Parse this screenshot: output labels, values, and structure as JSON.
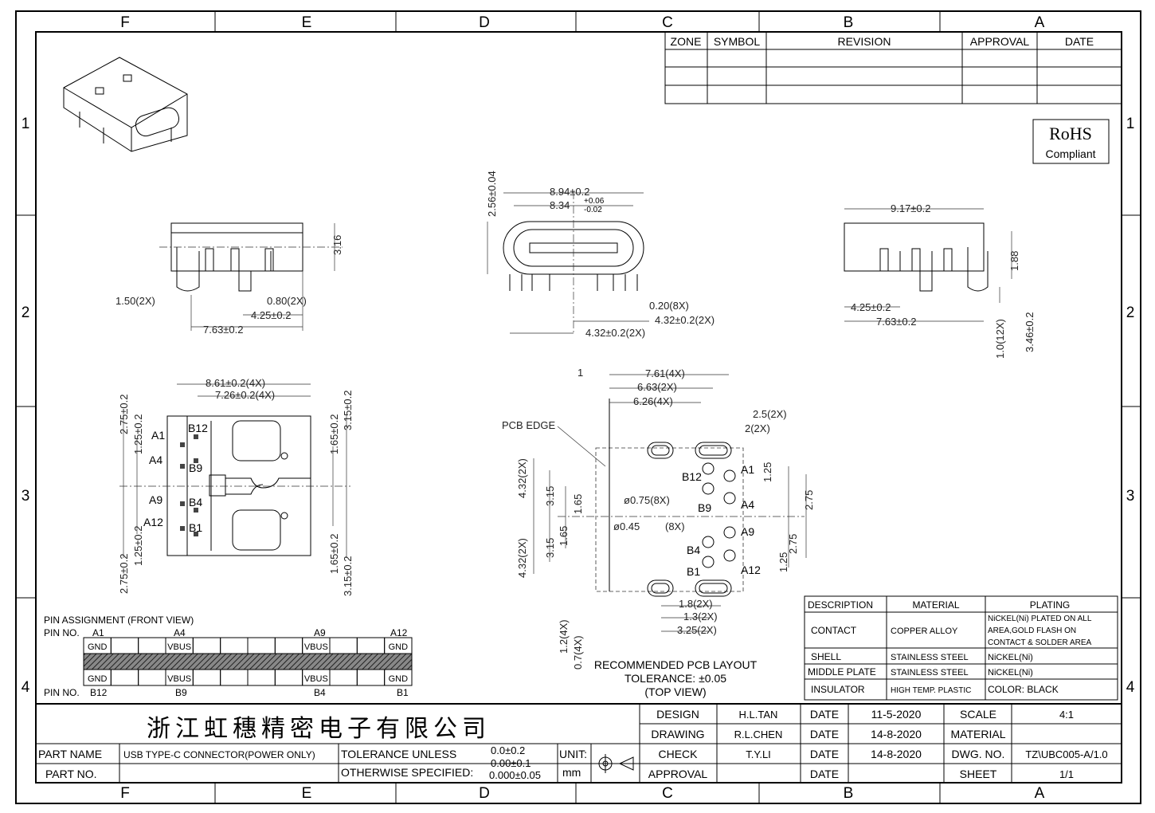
{
  "zones": {
    "columns": [
      "F",
      "E",
      "D",
      "C",
      "B",
      "A"
    ],
    "rows": [
      "1",
      "2",
      "3",
      "4"
    ]
  },
  "revision_table": {
    "headers": [
      "ZONE",
      "SYMBOL",
      "REVISION",
      "APPROVAL",
      "DATE"
    ]
  },
  "rohs": {
    "title": "RoHS",
    "subtitle": "Compliant"
  },
  "side_view_left": {
    "dims": [
      "1.50(2X)",
      "0.80(2X)",
      "4.25±0.2",
      "7.63±0.2",
      "3.16"
    ]
  },
  "front_view": {
    "dims": [
      "8.94±0.2",
      "8.34",
      "+0.06",
      "-0.02",
      "2.56±0.04",
      "0.20(8X)",
      "4.32±0.2(2X)",
      "4.32±0.2(2X)"
    ]
  },
  "side_view_right": {
    "dims": [
      "9.17±0.2",
      "1.88",
      "4.25±0.2",
      "7.63±0.2",
      "1.0(12X)",
      "3.46±0.2"
    ]
  },
  "top_view": {
    "dims": [
      "8.61±0.2(4X)",
      "7.26±0.2(4X)",
      "2.75±0.2",
      "1.25±0.2",
      "1.25±0.2",
      "2.75±0.2",
      "1.65±0.2",
      "3.15±0.2",
      "1.65±0.2",
      "3.15±0.2"
    ],
    "pins_a": [
      "A1",
      "A4",
      "A9",
      "A12"
    ],
    "pins_b": [
      "B12",
      "B9",
      "B4",
      "B1"
    ]
  },
  "pcb_layout": {
    "edge_label": "PCB EDGE",
    "dims": [
      "1",
      "7.61(4X)",
      "6.63(2X)",
      "6.26(4X)",
      "2.5(2X)",
      "2(2X)",
      "1.25",
      "2.75",
      "2.75",
      "1.25",
      "4.32(2X)",
      "3.15",
      "1.65",
      "1.65",
      "3.15",
      "4.32(2X)",
      "ø0.75(8X)",
      "ø0.45",
      "(8X)",
      "1.8(2X)",
      "1.3(2X)",
      "3.25(2X)",
      "1.2(4X)",
      "0.7(4X)"
    ],
    "pins_left": [
      "B12",
      "B9",
      "B4",
      "B1"
    ],
    "pins_right": [
      "A1",
      "A4",
      "A9",
      "A12"
    ],
    "caption": [
      "RECOMMENDED PCB LAYOUT",
      "TOLERANCE: ±0.05",
      "(TOP VIEW)"
    ]
  },
  "pin_assignment": {
    "title": "PIN ASSIGNMENT (FRONT VIEW)",
    "pin_no_label": "PIN NO.",
    "top_pins": [
      "A1",
      "A4",
      "A9",
      "A12"
    ],
    "bottom_pins": [
      "B12",
      "B9",
      "B4",
      "B1"
    ],
    "top_row": [
      "GND",
      "",
      "",
      "VBUS",
      "",
      "",
      "",
      "",
      "VBUS",
      "",
      "",
      "GND"
    ],
    "bottom_row": [
      "GND",
      "",
      "",
      "VBUS",
      "",
      "",
      "",
      "",
      "VBUS",
      "",
      "",
      "GND"
    ]
  },
  "materials": {
    "headers": [
      "DESCRIPTION",
      "MATERIAL",
      "PLATING"
    ],
    "rows": [
      {
        "description": "CONTACT",
        "material": "COPPER ALLOY",
        "plating": [
          "NiCKEL(Ni) PLATED ON ALL",
          "AREA,GOLD FLASH ON",
          "CONTACT & SOLDER AREA"
        ]
      },
      {
        "description": "SHELL",
        "material": "STAINLESS STEEL",
        "plating": [
          "NiCKEL(Ni)"
        ]
      },
      {
        "description": "MIDDLE PLATE",
        "material": "STAINLESS STEEL",
        "plating": [
          "NiCKEL(Ni)"
        ]
      },
      {
        "description": "INSULATOR",
        "material": "HIGH TEMP. PLASTIC",
        "plating": [
          "COLOR: BLACK"
        ]
      }
    ]
  },
  "title_block": {
    "company": "浙江虹穗精密电子有限公司",
    "part_name_label": "PART NAME",
    "part_name": "USB TYPE-C CONNECTOR(POWER ONLY)",
    "part_no_label": "PART NO.",
    "part_no": "",
    "tolerance_label_1": "TOLERANCE UNLESS",
    "tolerance_label_2": "OTHERWISE SPECIFIED:",
    "tolerances": [
      "0.0±0.2",
      "0.00±0.1",
      "0.000±0.05"
    ],
    "unit_label": "UNIT:",
    "unit": "mm",
    "signoffs": [
      {
        "role": "DESIGN",
        "name": "H.L.TAN",
        "date_label": "DATE",
        "date": "11-5-2020"
      },
      {
        "role": "DRAWING",
        "name": "R.L.CHEN",
        "date_label": "DATE",
        "date": "14-8-2020"
      },
      {
        "role": "CHECK",
        "name": "T.Y.LI",
        "date_label": "DATE",
        "date": "14-8-2020"
      },
      {
        "role": "APPROVAL",
        "name": "",
        "date_label": "DATE",
        "date": ""
      }
    ],
    "info": [
      {
        "label": "SCALE",
        "value": "4:1"
      },
      {
        "label": "MATERIAL",
        "value": ""
      },
      {
        "label": "DWG. NO.",
        "value": "TZ\\UBC005-A/1.0"
      },
      {
        "label": "SHEET",
        "value": "1/1"
      }
    ]
  }
}
